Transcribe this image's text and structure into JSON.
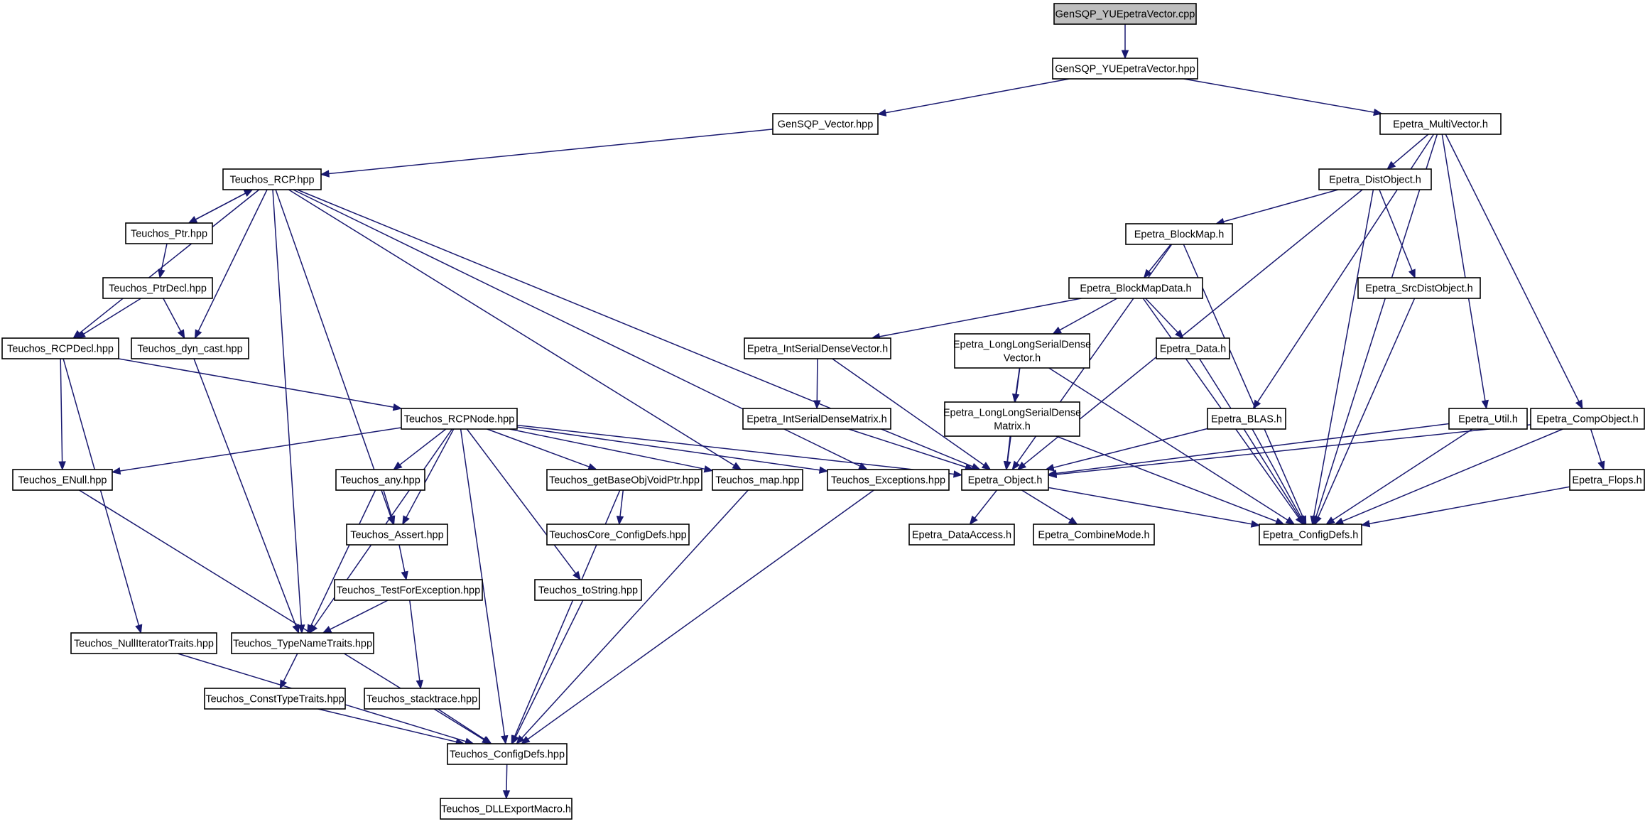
{
  "graph": {
    "nodes": [
      {
        "id": "gen_cpp",
        "lines": [
          "GenSQP_YUEpetraVector.cpp"
        ],
        "root": true
      },
      {
        "id": "gen_hpp",
        "lines": [
          "GenSQP_YUEpetraVector.hpp"
        ]
      },
      {
        "id": "gen_vec",
        "lines": [
          "GenSQP_Vector.hpp"
        ]
      },
      {
        "id": "ep_mv",
        "lines": [
          "Epetra_MultiVector.h"
        ]
      },
      {
        "id": "t_rcp",
        "lines": [
          "Teuchos_RCP.hpp"
        ]
      },
      {
        "id": "ep_dist",
        "lines": [
          "Epetra_DistObject.h"
        ]
      },
      {
        "id": "t_ptr",
        "lines": [
          "Teuchos_Ptr.hpp"
        ]
      },
      {
        "id": "ep_bmap",
        "lines": [
          "Epetra_BlockMap.h"
        ]
      },
      {
        "id": "t_ptrdecl",
        "lines": [
          "Teuchos_PtrDecl.hpp"
        ]
      },
      {
        "id": "ep_bmapdata",
        "lines": [
          "Epetra_BlockMapData.h"
        ]
      },
      {
        "id": "ep_srcdist",
        "lines": [
          "Epetra_SrcDistObject.h"
        ]
      },
      {
        "id": "t_rcpdecl",
        "lines": [
          "Teuchos_RCPDecl.hpp"
        ]
      },
      {
        "id": "t_dyncast",
        "lines": [
          "Teuchos_dyn_cast.hpp"
        ]
      },
      {
        "id": "ep_isdv",
        "lines": [
          "Epetra_IntSerialDenseVector.h"
        ]
      },
      {
        "id": "ep_llsdv",
        "lines": [
          "Epetra_LongLongSerialDense",
          "Vector.h"
        ]
      },
      {
        "id": "ep_data",
        "lines": [
          "Epetra_Data.h"
        ]
      },
      {
        "id": "t_rcpnode",
        "lines": [
          "Teuchos_RCPNode.hpp"
        ]
      },
      {
        "id": "ep_isdm",
        "lines": [
          "Epetra_IntSerialDenseMatrix.h"
        ]
      },
      {
        "id": "ep_llsdm",
        "lines": [
          "Epetra_LongLongSerialDense",
          "Matrix.h"
        ]
      },
      {
        "id": "ep_blas",
        "lines": [
          "Epetra_BLAS.h"
        ]
      },
      {
        "id": "ep_util",
        "lines": [
          "Epetra_Util.h"
        ]
      },
      {
        "id": "ep_comp",
        "lines": [
          "Epetra_CompObject.h"
        ]
      },
      {
        "id": "t_enull",
        "lines": [
          "Teuchos_ENull.hpp"
        ]
      },
      {
        "id": "t_any",
        "lines": [
          "Teuchos_any.hpp"
        ]
      },
      {
        "id": "t_getbase",
        "lines": [
          "Teuchos_getBaseObjVoidPtr.hpp"
        ]
      },
      {
        "id": "t_map",
        "lines": [
          "Teuchos_map.hpp"
        ]
      },
      {
        "id": "t_exc",
        "lines": [
          "Teuchos_Exceptions.hpp"
        ]
      },
      {
        "id": "ep_obj",
        "lines": [
          "Epetra_Object.h"
        ]
      },
      {
        "id": "ep_flops",
        "lines": [
          "Epetra_Flops.h"
        ]
      },
      {
        "id": "t_assert",
        "lines": [
          "Teuchos_Assert.hpp"
        ]
      },
      {
        "id": "tc_cfg",
        "lines": [
          "TeuchosCore_ConfigDefs.hpp"
        ]
      },
      {
        "id": "ep_dacc",
        "lines": [
          "Epetra_DataAccess.h"
        ]
      },
      {
        "id": "ep_comb",
        "lines": [
          "Epetra_CombineMode.h"
        ]
      },
      {
        "id": "ep_cfg",
        "lines": [
          "Epetra_ConfigDefs.h"
        ]
      },
      {
        "id": "t_tfe",
        "lines": [
          "Teuchos_TestForException.hpp"
        ]
      },
      {
        "id": "t_tostr",
        "lines": [
          "Teuchos_toString.hpp"
        ]
      },
      {
        "id": "t_nullit",
        "lines": [
          "Teuchos_NullIteratorTraits.hpp"
        ]
      },
      {
        "id": "t_tnt",
        "lines": [
          "Teuchos_TypeNameTraits.hpp"
        ]
      },
      {
        "id": "t_ctt",
        "lines": [
          "Teuchos_ConstTypeTraits.hpp"
        ]
      },
      {
        "id": "t_stack",
        "lines": [
          "Teuchos_stacktrace.hpp"
        ]
      },
      {
        "id": "t_cfg",
        "lines": [
          "Teuchos_ConfigDefs.hpp"
        ]
      },
      {
        "id": "t_dll",
        "lines": [
          "Teuchos_DLLExportMacro.h"
        ]
      }
    ],
    "edges": [
      [
        "gen_cpp",
        "gen_hpp"
      ],
      [
        "gen_hpp",
        "gen_vec"
      ],
      [
        "gen_hpp",
        "ep_mv"
      ],
      [
        "gen_vec",
        "t_rcp"
      ],
      [
        "ep_mv",
        "ep_dist"
      ],
      [
        "ep_mv",
        "ep_blas"
      ],
      [
        "ep_mv",
        "ep_util"
      ],
      [
        "ep_mv",
        "ep_comp"
      ],
      [
        "ep_mv",
        "ep_cfg"
      ],
      [
        "ep_dist",
        "ep_bmap"
      ],
      [
        "ep_dist",
        "ep_srcdist"
      ],
      [
        "ep_dist",
        "ep_obj"
      ],
      [
        "ep_dist",
        "ep_cfg"
      ],
      [
        "ep_bmap",
        "ep_bmapdata"
      ],
      [
        "ep_bmap",
        "ep_obj"
      ],
      [
        "ep_bmap",
        "ep_cfg"
      ],
      [
        "ep_bmapdata",
        "ep_isdv"
      ],
      [
        "ep_bmapdata",
        "ep_llsdv"
      ],
      [
        "ep_bmapdata",
        "ep_data"
      ],
      [
        "ep_bmapdata",
        "ep_cfg"
      ],
      [
        "ep_isdv",
        "ep_isdm"
      ],
      [
        "ep_isdv",
        "ep_obj"
      ],
      [
        "ep_isdm",
        "ep_obj"
      ],
      [
        "ep_llsdv",
        "ep_llsdm"
      ],
      [
        "ep_llsdv",
        "ep_obj"
      ],
      [
        "ep_llsdv",
        "ep_cfg"
      ],
      [
        "ep_llsdm",
        "ep_obj"
      ],
      [
        "ep_llsdm",
        "ep_cfg"
      ],
      [
        "ep_data",
        "ep_cfg"
      ],
      [
        "ep_srcdist",
        "ep_cfg"
      ],
      [
        "ep_blas",
        "ep_obj"
      ],
      [
        "ep_blas",
        "ep_cfg"
      ],
      [
        "ep_util",
        "ep_obj"
      ],
      [
        "ep_util",
        "ep_cfg"
      ],
      [
        "ep_comp",
        "ep_obj"
      ],
      [
        "ep_comp",
        "ep_flops"
      ],
      [
        "ep_comp",
        "ep_cfg"
      ],
      [
        "ep_flops",
        "ep_cfg"
      ],
      [
        "ep_obj",
        "ep_dacc"
      ],
      [
        "ep_obj",
        "ep_comb"
      ],
      [
        "ep_obj",
        "ep_cfg"
      ],
      [
        "t_rcp",
        "t_ptr"
      ],
      [
        "t_ptr",
        "t_rcp"
      ],
      [
        "t_rcp",
        "t_rcpdecl"
      ],
      [
        "t_rcp",
        "t_dyncast"
      ],
      [
        "t_rcp",
        "t_assert"
      ],
      [
        "t_rcp",
        "t_tnt"
      ],
      [
        "t_rcp",
        "t_map"
      ],
      [
        "t_rcp",
        "t_exc"
      ],
      [
        "t_rcp",
        "ep_obj"
      ],
      [
        "t_ptr",
        "t_ptrdecl"
      ],
      [
        "t_ptrdecl",
        "t_rcpdecl"
      ],
      [
        "t_ptrdecl",
        "t_dyncast"
      ],
      [
        "t_rcpdecl",
        "t_enull"
      ],
      [
        "t_rcpdecl",
        "t_nullit"
      ],
      [
        "t_rcpdecl",
        "t_rcpnode"
      ],
      [
        "t_dyncast",
        "t_tnt"
      ],
      [
        "t_rcpnode",
        "t_enull"
      ],
      [
        "t_rcpnode",
        "t_any"
      ],
      [
        "t_rcpnode",
        "t_assert"
      ],
      [
        "t_rcpnode",
        "t_tnt"
      ],
      [
        "t_rcpnode",
        "t_getbase"
      ],
      [
        "t_rcpnode",
        "t_map"
      ],
      [
        "t_rcpnode",
        "t_exc"
      ],
      [
        "t_rcpnode",
        "ep_obj"
      ],
      [
        "t_rcpnode",
        "t_tostr"
      ],
      [
        "t_rcpnode",
        "t_cfg"
      ],
      [
        "t_any",
        "t_assert"
      ],
      [
        "t_any",
        "t_tnt"
      ],
      [
        "t_assert",
        "t_tfe"
      ],
      [
        "t_tfe",
        "t_tnt"
      ],
      [
        "t_tfe",
        "t_stack"
      ],
      [
        "t_tnt",
        "t_ctt"
      ],
      [
        "t_ctt",
        "t_cfg"
      ],
      [
        "t_stack",
        "t_cfg"
      ],
      [
        "t_getbase",
        "tc_cfg"
      ],
      [
        "t_getbase",
        "t_cfg"
      ],
      [
        "t_map",
        "t_cfg"
      ],
      [
        "t_exc",
        "t_cfg"
      ],
      [
        "t_tostr",
        "t_cfg"
      ],
      [
        "t_enull",
        "t_cfg"
      ],
      [
        "t_nullit",
        "t_cfg"
      ],
      [
        "t_cfg",
        "t_dll"
      ]
    ]
  }
}
